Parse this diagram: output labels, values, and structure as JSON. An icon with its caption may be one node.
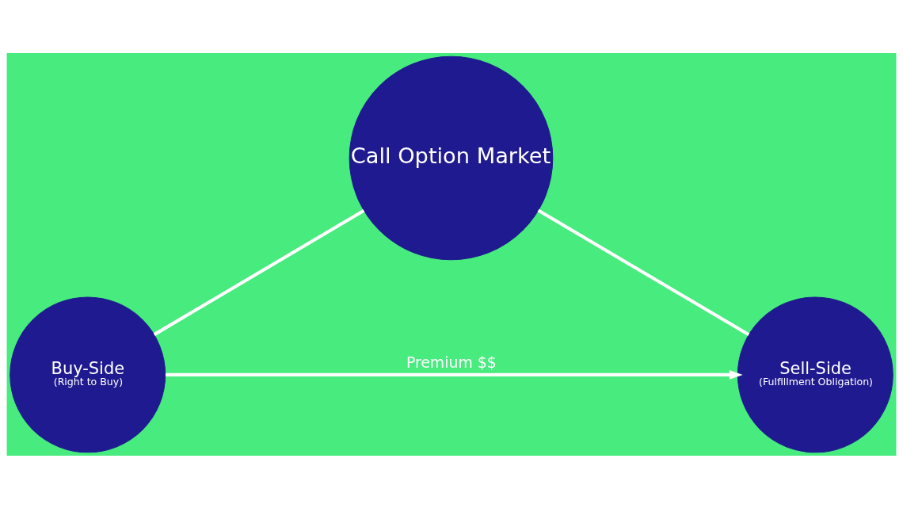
{
  "diagram": {
    "nodes": [
      {
        "text": [
          "Call Option Market"
        ]
      },
      {
        "text": [
          "Sell-Side",
          "(Fulfillment Obligation)"
        ]
      },
      {
        "text": [
          "Buy-Side",
          "(Right to Buy)"
        ]
      }
    ],
    "edges": [
      {
        "from": 0,
        "to": 1,
        "arrow": "none"
      },
      {
        "from": 0,
        "to": 2,
        "arrow": "none"
      },
      {
        "from": 2,
        "to": 1,
        "arrow": "to",
        "label": "Premium $$"
      }
    ]
  }
}
